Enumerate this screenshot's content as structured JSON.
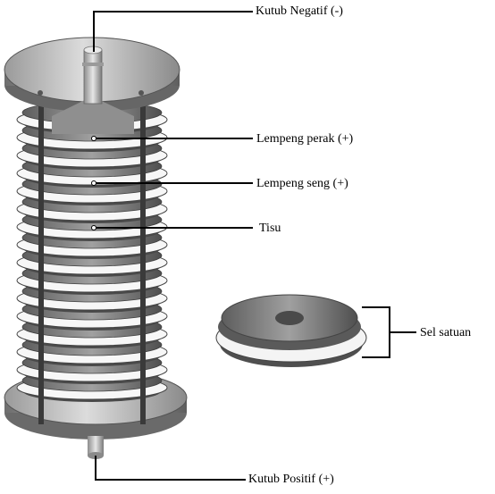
{
  "labels": {
    "negative_terminal": "Kutub Negatif (-)",
    "silver_plate": "Lempeng perak (+)",
    "zinc_plate": "Lempeng seng (+)",
    "tissue": "Tisu",
    "unit_cell": "Sel satuan",
    "positive_terminal": "Kutub Positif (+)"
  },
  "colors": {
    "metal_light": "#d9d9d9",
    "metal_mid": "#a6a6a6",
    "metal_dark": "#555555",
    "line": "#000000"
  }
}
